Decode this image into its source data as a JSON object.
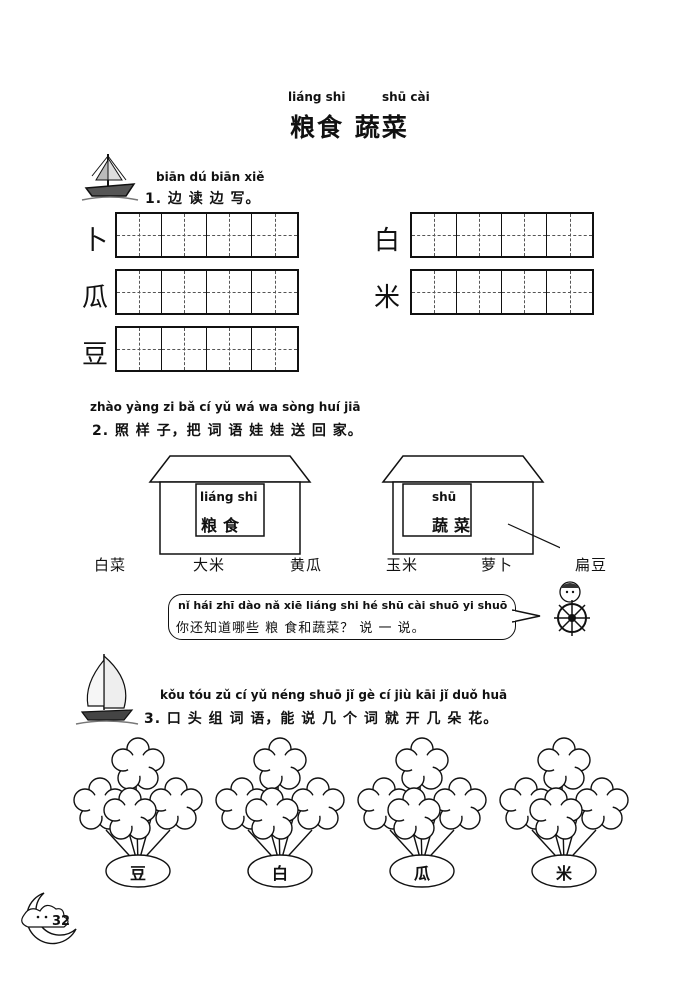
{
  "title": {
    "pinyin_1": "liáng shi",
    "pinyin_2": "shū cài",
    "text": "粮食  蔬菜"
  },
  "task1": {
    "pinyin": "biān dú biān xiě",
    "label": "1. 边 读 边 写。",
    "rows": [
      {
        "char": "卜"
      },
      {
        "char": "白"
      },
      {
        "char": "瓜"
      },
      {
        "char": "米"
      },
      {
        "char": "豆"
      }
    ]
  },
  "task2": {
    "pinyin": "zhào yàng zi    bǎ  cí  yǔ wá wa sòng huí jiā",
    "label": "2. 照  样 子，把 词 语 娃 娃  送  回 家。",
    "houses": [
      {
        "pinyin": "liáng shi",
        "text": "粮食"
      },
      {
        "pinyin": "shū",
        "text": "蔬菜"
      }
    ],
    "words": [
      "白菜",
      "大米",
      "黄瓜",
      "玉米",
      "萝卜",
      "扁豆"
    ],
    "bubble_pinyin": "nǐ hái zhī dào nǎ xiē liáng shi hé shū cài       shuō yi shuō",
    "bubble_text": "你还知道哪些 粮 食和蔬菜？ 说 一 说。"
  },
  "task3": {
    "pinyin": "kǒu tóu zǔ  cí  yǔ   néng shuō  jǐ  gè  cí  jiù kāi  jǐ  duǒ huā",
    "label": "3. 口 头 组 词 语，能  说  几 个 词 就 开 几 朵  花。",
    "pots": [
      "豆",
      "白",
      "瓜",
      "米"
    ]
  },
  "page_number": "32"
}
